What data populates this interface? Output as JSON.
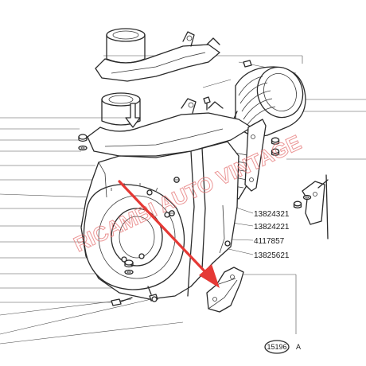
{
  "part_numbers": [
    {
      "id": "p1",
      "label": "13824321"
    },
    {
      "id": "p2",
      "label": "13824221"
    },
    {
      "id": "p3",
      "label": "4117857"
    },
    {
      "id": "p4",
      "label": "13825621"
    }
  ],
  "drawing_ref": {
    "number": "15196",
    "suffix": "A"
  },
  "watermark": {
    "text": "RICAMBI AUTO VINTAGE",
    "color": "#e57373"
  },
  "pointer_arrow": {
    "color": "#e53935"
  },
  "icons": {
    "pointer": "arrow-down-right-icon",
    "watermark": "watermark-logo"
  }
}
